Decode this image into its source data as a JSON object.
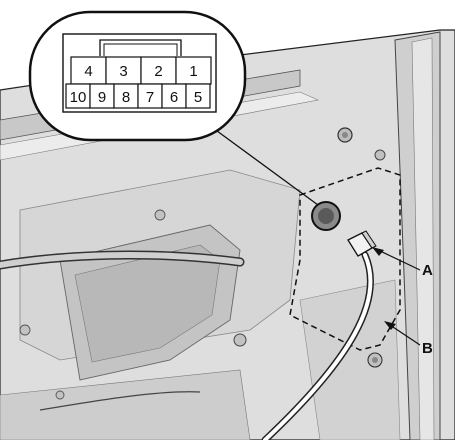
{
  "connector": {
    "top_row": [
      "4",
      "3",
      "2",
      "1"
    ],
    "bottom_row": [
      "10",
      "9",
      "8",
      "7",
      "6",
      "5"
    ]
  },
  "callouts": {
    "a": "A",
    "b": "B"
  },
  "colors": {
    "panel": "#dcdcdc",
    "panel_shadow": "#b4b4b4",
    "outline": "#1a1a1a",
    "dash": "#111111"
  }
}
